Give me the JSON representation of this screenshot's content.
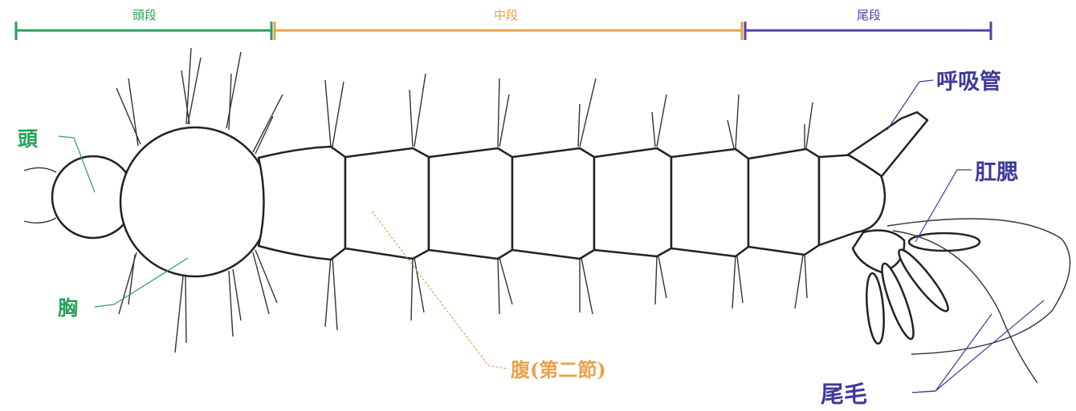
{
  "segments": {
    "head": {
      "label": "頭段",
      "color": "#27a05a"
    },
    "middle": {
      "label": "中段",
      "color": "#e7a24a"
    },
    "tail": {
      "label": "尾段",
      "color": "#4a45a8"
    }
  },
  "labels": {
    "head": "頭",
    "thorax": "胸",
    "abdomen": "腹(第二節)",
    "siphon": "呼吸管",
    "anal_gills": "肛腮",
    "tail_hairs": "尾毛"
  },
  "colors": {
    "head_group": "#27a05a",
    "middle_group": "#e7a24a",
    "tail_group": "#3e3a9a",
    "outline": "#222222"
  }
}
